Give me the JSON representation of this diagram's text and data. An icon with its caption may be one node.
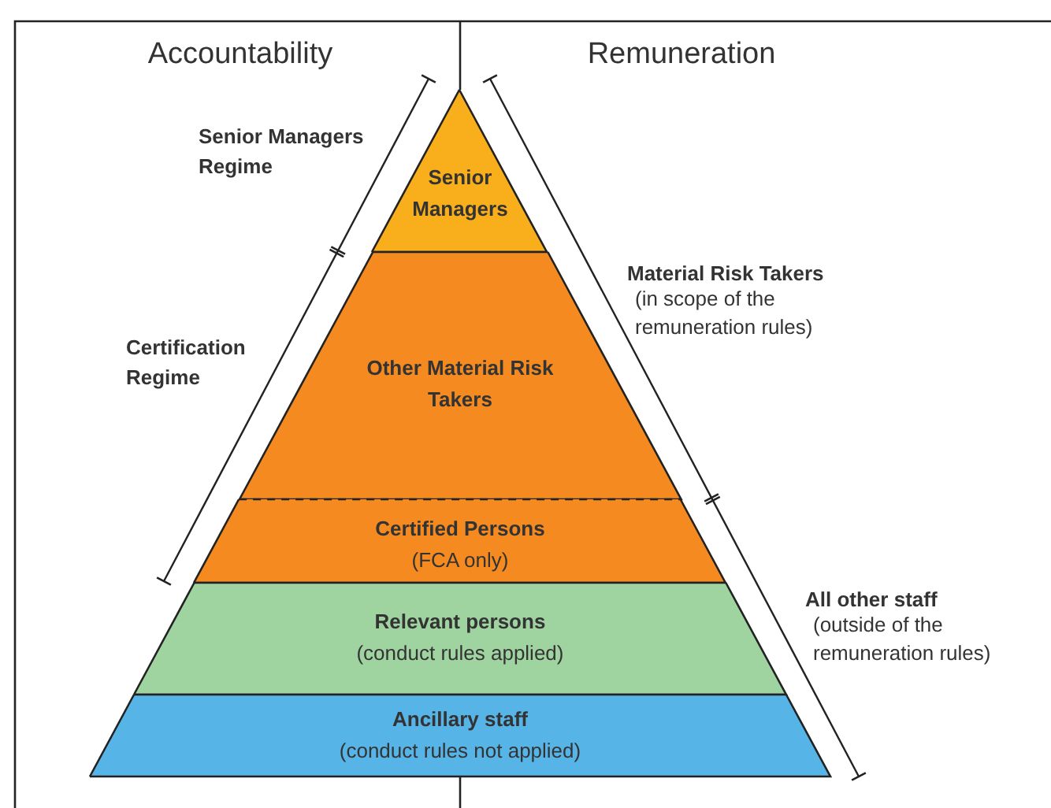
{
  "diagram": {
    "nodes": [
      {
        "text": [
          "Senior Managers"
        ]
      },
      {
        "text": [
          "Other Material Risk Takers"
        ]
      },
      {
        "text": [
          "Certified Persons",
          "(FCA only)"
        ]
      },
      {
        "text": [
          "Relevant persons",
          "(conduct rules applied)"
        ]
      },
      {
        "text": [
          "Ancillary staff",
          "(conduct rules not applied)"
        ]
      }
    ],
    "labels": [
      "Accountability",
      "Remuneration",
      "Senior Managers Regime",
      "Material Risk Takers",
      "(in scope of the remuneration rules)",
      "Certification Regime",
      "All other staff",
      "(outside of the remuneration rules)"
    ]
  }
}
